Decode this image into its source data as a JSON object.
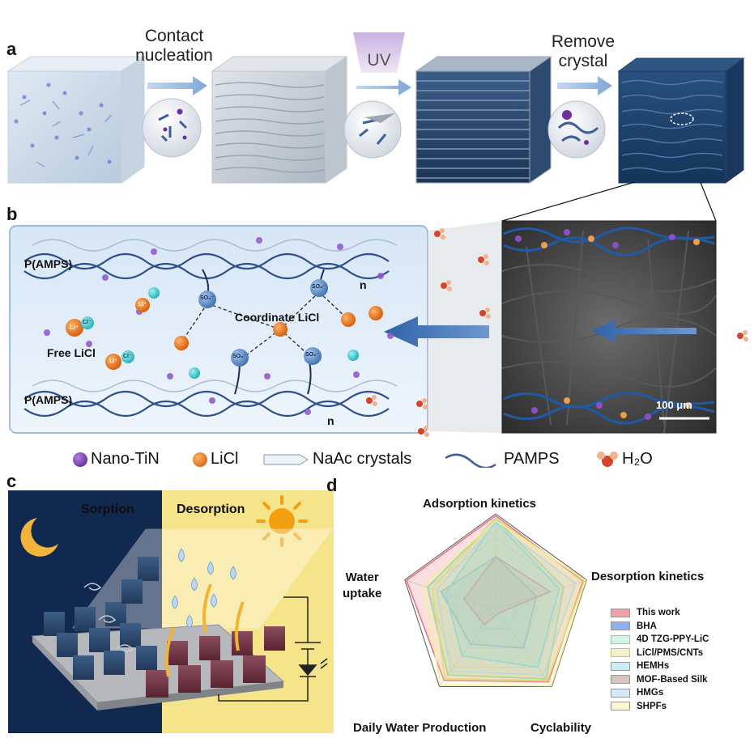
{
  "panels": {
    "a": "a",
    "b": "b",
    "c": "c",
    "d": "d"
  },
  "panel_a": {
    "step1_label": "Contact\nnucleation",
    "step2_label": "UV",
    "step3_label": "Remove\ncrystal"
  },
  "panel_b": {
    "polymer_top": "P(AMPS)",
    "polymer_bottom": "P(AMPS)",
    "n_top": "n",
    "n_bottom": "n",
    "free_licl": "Free LiCl",
    "coordinate_licl": "Coordinate LiCl",
    "li_ion": "Li⁺",
    "cl_ion": "Cl⁻",
    "so3_ion": "SO₃⁻",
    "scale_bar": "100 μm"
  },
  "legend_b": [
    {
      "label": "Nano-TiN",
      "color": "#6b2fa3"
    },
    {
      "label": "LiCl",
      "color": "#e37a1b"
    },
    {
      "label": "NaAc crystals",
      "color": "#cfdce9"
    },
    {
      "label": "PAMPS",
      "color": "#3d5f9b"
    },
    {
      "label": "H₂O",
      "color": "#d6442a"
    }
  ],
  "panel_c": {
    "sorption": "Sorption",
    "desorption": "Desorption",
    "night_color": "#12294f",
    "day_color": "#f6e48a"
  },
  "chart_data": {
    "type": "radar",
    "axes": [
      "Adsorption kinetics",
      "Desorption kinetics",
      "Cyclability",
      "Daily Water Production",
      "Water\nuptake"
    ],
    "range": [
      0,
      1
    ],
    "series": [
      {
        "name": "This work",
        "color": "#e8737b",
        "values": [
          0.98,
          0.96,
          0.94,
          0.92,
          0.98
        ]
      },
      {
        "name": "BHA",
        "color": "#6b94e0",
        "values": [
          0.55,
          0.45,
          0.5,
          0.45,
          0.6
        ]
      },
      {
        "name": "4D TZG-PPY-LiC",
        "color": "#7fcfa8",
        "values": [
          0.95,
          0.75,
          0.9,
          0.85,
          0.75
        ]
      },
      {
        "name": "LiCl/PMS/CNTs",
        "color": "#d9d47a",
        "values": [
          0.95,
          0.98,
          0.92,
          0.9,
          0.7
        ]
      },
      {
        "name": "HEMHs",
        "color": "#6fd0e0",
        "values": [
          0.92,
          0.7,
          0.75,
          0.6,
          0.55
        ]
      },
      {
        "name": "MOF-Based Silk",
        "color": "#b9938f",
        "values": [
          0.55,
          0.6,
          0.05,
          0.2,
          0.35
        ]
      },
      {
        "name": "HMGs",
        "color": "#a8d4f0",
        "values": [
          0.9,
          0.88,
          0.85,
          0.8,
          0.65
        ]
      },
      {
        "name": "SHPFs",
        "color": "#f4ee9c",
        "values": [
          0.93,
          0.99,
          0.99,
          0.98,
          0.8
        ]
      }
    ],
    "legend_position": "right"
  }
}
